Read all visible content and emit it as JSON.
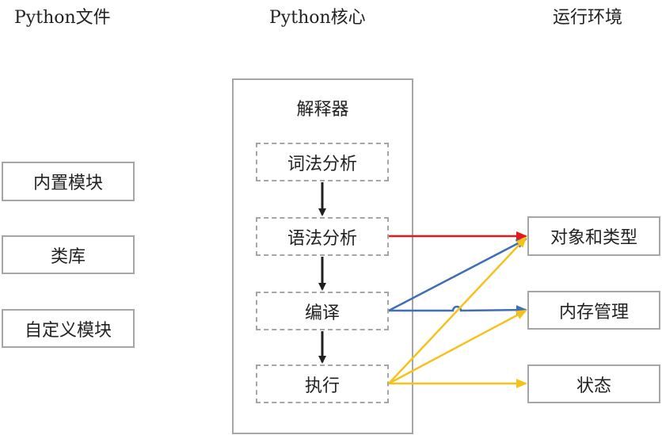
{
  "columns": {
    "python_files": "Python文件",
    "python_core": "Python核心",
    "runtime": "运行环境"
  },
  "python_files": {
    "items": [
      "内置模块",
      "类库",
      "自定义模块"
    ]
  },
  "interpreter": {
    "title": "解释器",
    "stages": [
      "词法分析",
      "语法分析",
      "编译",
      "执行"
    ]
  },
  "runtime": {
    "items": [
      "对象和类型",
      "内存管理",
      "状态"
    ]
  },
  "colors": {
    "border": "#a6a6a6",
    "flow": "#1f1f1f",
    "red": "#e31a1c",
    "blue": "#3e6eb5",
    "yellow": "#f5c21b"
  }
}
